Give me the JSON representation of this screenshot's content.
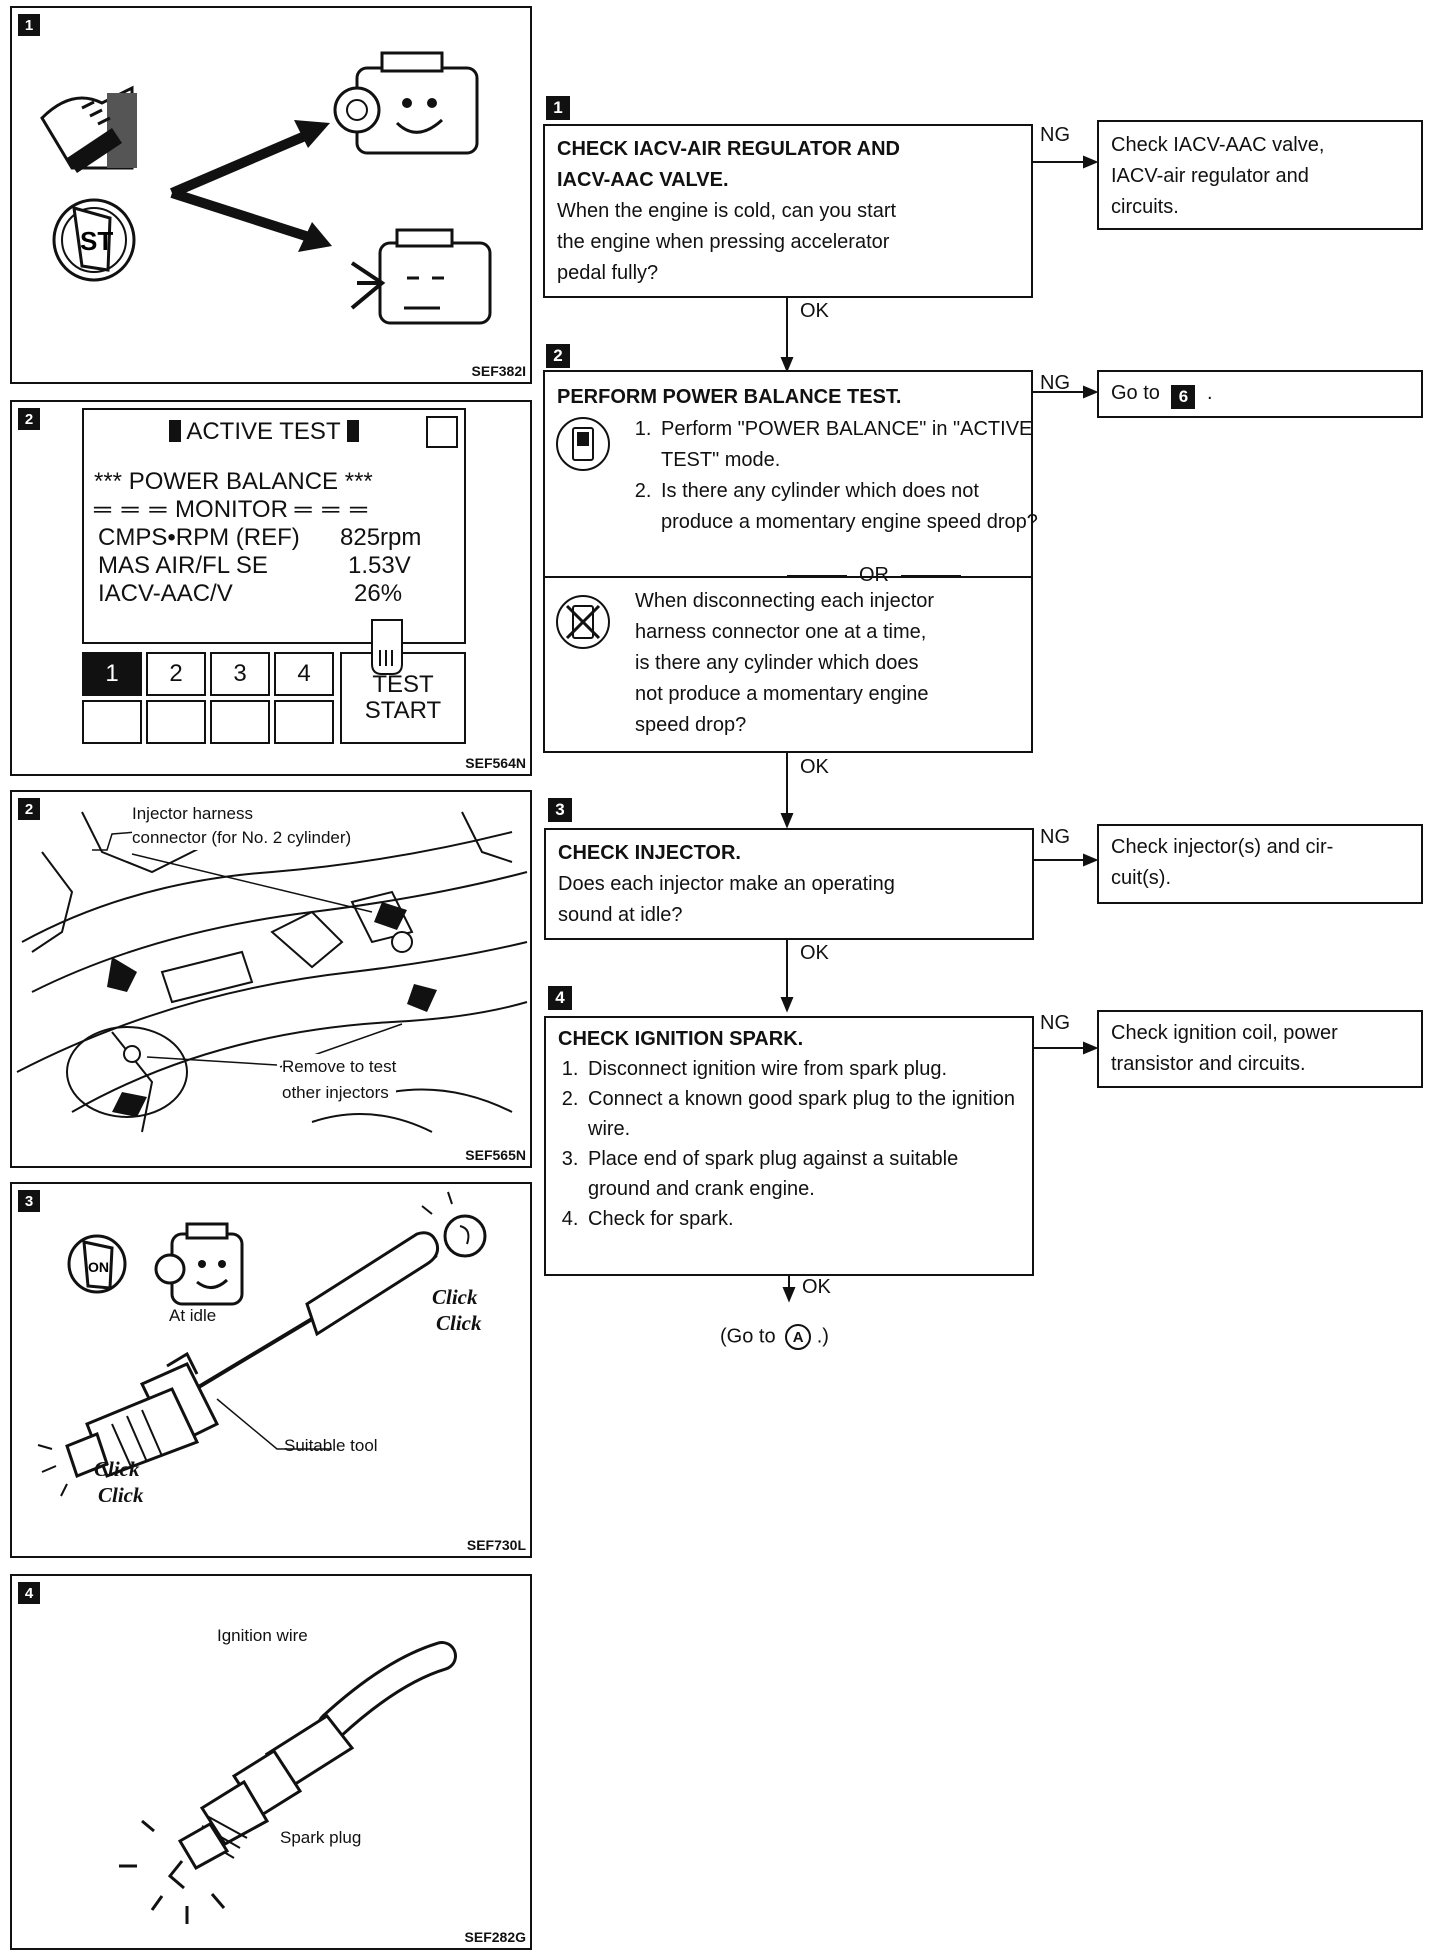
{
  "panels": [
    {
      "badge": "1",
      "code": "SEF382I"
    },
    {
      "badge": "2",
      "code": "SEF564N",
      "screen": {
        "title": "ACTIVE TEST",
        "test": "*** POWER BALANCE ***",
        "monitor": "MONITOR",
        "rows": [
          [
            "CMPS•RPM (REF)",
            "825rpm"
          ],
          [
            "MAS AIR/FL SE",
            "1.53V"
          ],
          [
            "IACV-AAC/V",
            "26%"
          ]
        ],
        "cylinders": [
          "1",
          "2",
          "3",
          "4"
        ],
        "start_button": [
          "TEST",
          "START"
        ]
      }
    },
    {
      "badge": "2",
      "code": "SEF565N",
      "label_connector": [
        "Injector harness",
        "connector (for No. 2 cylinder)"
      ],
      "label_remove": [
        "Remove to test",
        "other injectors"
      ]
    },
    {
      "badge": "3",
      "code": "SEF730L",
      "label_idle": "At idle",
      "label_tool": "Suitable tool",
      "click1": [
        "Click",
        "Click"
      ],
      "click2": [
        "Click",
        "Click"
      ]
    },
    {
      "badge": "4",
      "code": "SEF282G",
      "label_wire": "Ignition wire",
      "label_plug": "Spark plug"
    }
  ],
  "flow": {
    "step1": {
      "badge": "1",
      "title": [
        "CHECK IACV-AIR REGULATOR AND",
        "IACV-AAC VALVE."
      ],
      "body": [
        "When the engine is cold, can you start",
        "the engine when pressing accelerator",
        "pedal fully?"
      ],
      "ng": "NG",
      "ng_box": [
        "Check IACV-AAC valve,",
        "IACV-air regulator and",
        "circuits."
      ],
      "ok": "OK"
    },
    "step2": {
      "badge": "2",
      "title": "PERFORM POWER BALANCE TEST.",
      "list": [
        "Perform \"POWER BALANCE\" in \"ACTIVE TEST\" mode.",
        "Is there any cylinder which does not produce a momentary engine speed drop?"
      ],
      "or": "OR",
      "alt": [
        "When disconnecting each injector",
        "harness connector one at a time,",
        "is there any cylinder which does",
        "not produce a momentary engine",
        "speed drop?"
      ],
      "ng": "NG",
      "ng_text": "Go to",
      "ng_target": "6",
      "ng_end": ".",
      "ok": "OK"
    },
    "step3": {
      "badge": "3",
      "title": "CHECK INJECTOR.",
      "body": [
        "Does each injector make an operating",
        "sound at idle?"
      ],
      "ng": "NG",
      "ng_box": [
        "Check injector(s) and cir-",
        "cuit(s)."
      ],
      "ok": "OK"
    },
    "step4": {
      "badge": "4",
      "title": "CHECK IGNITION SPARK.",
      "list": [
        "Disconnect ignition wire from spark plug.",
        "Connect a known good spark plug to the ignition wire.",
        "Place end of spark plug against a suitable ground and crank engine.",
        "Check for spark."
      ],
      "ng": "NG",
      "ng_box": [
        "Check ignition coil, power",
        "transistor and circuits."
      ],
      "ok": "OK"
    },
    "final": {
      "prefix": "(Go to",
      "target": "A",
      "suffix": ".)"
    }
  }
}
